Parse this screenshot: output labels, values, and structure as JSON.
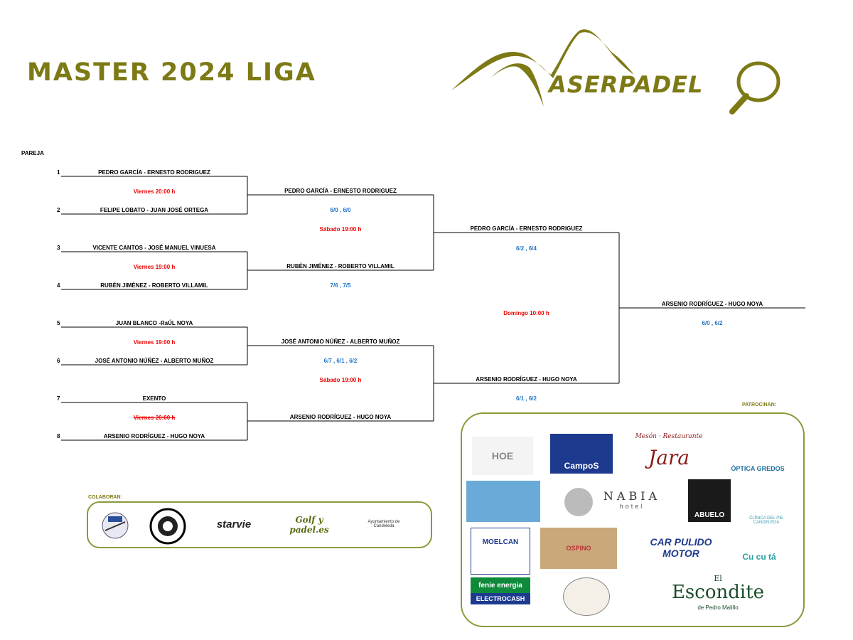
{
  "title": "MASTER 2024 LIGA",
  "logo": {
    "text": "ASERPADEL"
  },
  "pareja_label": "PAREJA",
  "seeds": [
    "1",
    "2",
    "3",
    "4",
    "5",
    "6",
    "7",
    "8"
  ],
  "round1": {
    "teams": [
      "PEDRO GARCÍA - ERNESTO RODRIGUEZ",
      "FELIPE LOBATO - JUAN JOSÉ ORTEGA",
      "VICENTE CANTOS - JOSÉ MANUEL VINUESA",
      "RUBÉN JIMÉNEZ - ROBERTO VILLAMIL",
      "JUAN BLANCO -RaÚL NOYA",
      "JOSÉ ANTONIO NÚÑEZ - ALBERTO MUÑOZ",
      "EXENTO",
      "ARSENIO RODRÍGUEZ - HUGO NOYA"
    ],
    "times": [
      "Viernes 20:00 h",
      "Viernes 19:00 h",
      "Viernes 19:00 h",
      "Viernes 20:00 h"
    ]
  },
  "round2": {
    "teams": [
      "PEDRO GARCÍA - ERNESTO RODRIGUEZ",
      "RUBÉN JIMÉNEZ - ROBERTO VILLAMIL",
      "JOSÉ ANTONIO NÚÑEZ - ALBERTO MUÑOZ",
      "ARSENIO RODRÍGUEZ - HUGO NOYA"
    ],
    "scores": [
      "6/0 , 6/0",
      "7/6 , 7/5",
      "6/7 , 6/1 , 6/2"
    ],
    "times": [
      "Sábado 19:00 h",
      "Sábado 19:00 h"
    ]
  },
  "semifinal": {
    "teams": [
      "PEDRO GARCÍA - ERNESTO RODRIGUEZ",
      "ARSENIO RODRÍGUEZ - HUGO NOYA"
    ],
    "scores": [
      "6/2 , 6/4",
      "6/1 , 6/2"
    ],
    "time": "Domingo 10:00 h"
  },
  "final": {
    "team": "ARSENIO RODRÍGUEZ - HUGO NOYA",
    "score": "6/0 , 6/2"
  },
  "colaboran": {
    "label": "COLABORAN:",
    "logos": [
      "",
      "",
      "starvie",
      "Golf y padel.es",
      "Ayuntamiento de Candeleda"
    ]
  },
  "patrocinan": {
    "label": "PATROCINAN:",
    "logos": {
      "hoe": "HOE",
      "campos": "CampoS",
      "jara_top": "Mesón · Restaurante",
      "jara": "Jara",
      "optica": "ÓPTICA GREDOS",
      "nabia": "NABIA",
      "nabia_sub": "hotel",
      "abuelo": "ABUELO",
      "clinica": "CLÍNICA DEL PIE CANDELEDA",
      "moelcan": "MOELCAN",
      "fenie": "fenie energia",
      "electrocash": "ELECTROCASH",
      "ospino": "OSPINO",
      "carpulido": "CAR PULIDO MOTOR",
      "cucuta": "Cu cu tá",
      "escondite_el": "El",
      "escondite": "Escondite",
      "escondite_sub": "de Pedro Malillo"
    }
  },
  "colors": {
    "olive": "#7d7a16",
    "red": "#e00000",
    "blue": "#1f73c4",
    "box": "#8a9a3a"
  }
}
